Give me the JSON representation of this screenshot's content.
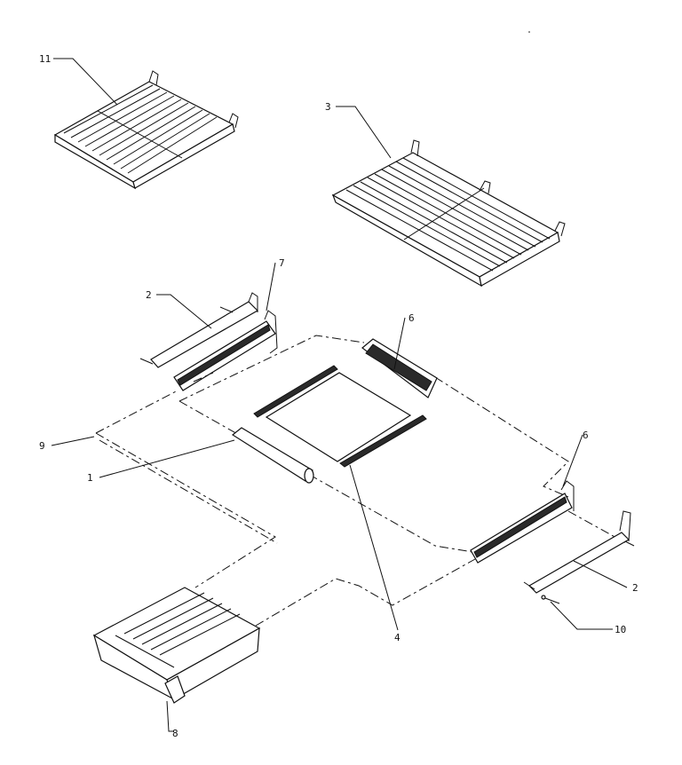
{
  "callouts": {
    "c1": "1",
    "c2a": "2",
    "c2b": "2",
    "c3": "3",
    "c4": "4",
    "c6a": "6",
    "c6b": "6",
    "c7": "7",
    "c8": "8",
    "c9": "9",
    "c10": "10",
    "c11": "11"
  }
}
